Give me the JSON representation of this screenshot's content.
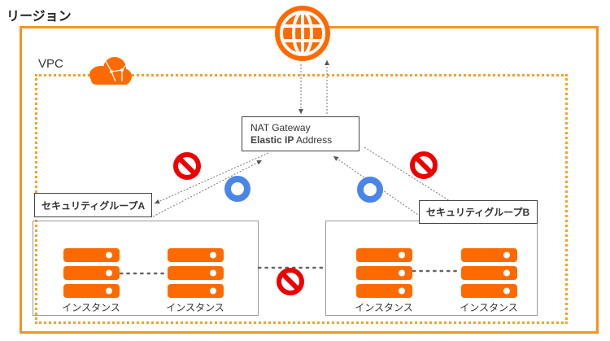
{
  "region": {
    "title": "リージョン"
  },
  "vpc": {
    "label": "VPC",
    "icon": "cloud-network-icon"
  },
  "internet": {
    "icon": "globe-icon"
  },
  "nat_gateway": {
    "line1": "NAT Gateway",
    "line2_bold": "Elastic IP",
    "line2_rest": " Address"
  },
  "security_groups": [
    {
      "label": "セキュリティグループA"
    },
    {
      "label": "セキュリティグループB"
    }
  ],
  "instances": [
    {
      "label": "インスタンス",
      "group": "A"
    },
    {
      "label": "インスタンス",
      "group": "A"
    },
    {
      "label": "インスタンス",
      "group": "B"
    },
    {
      "label": "インスタンス",
      "group": "B"
    }
  ],
  "connection_status": {
    "allowed_icon": "allowed-ring-icon",
    "denied_icon": "prohibited-icon"
  },
  "colors": {
    "region_border": "#f7931e",
    "vpc_border": "#f7a128",
    "icon_orange": "#ff6a00",
    "allowed_blue": "#4a86e8",
    "denied_red": "#ee0000"
  }
}
